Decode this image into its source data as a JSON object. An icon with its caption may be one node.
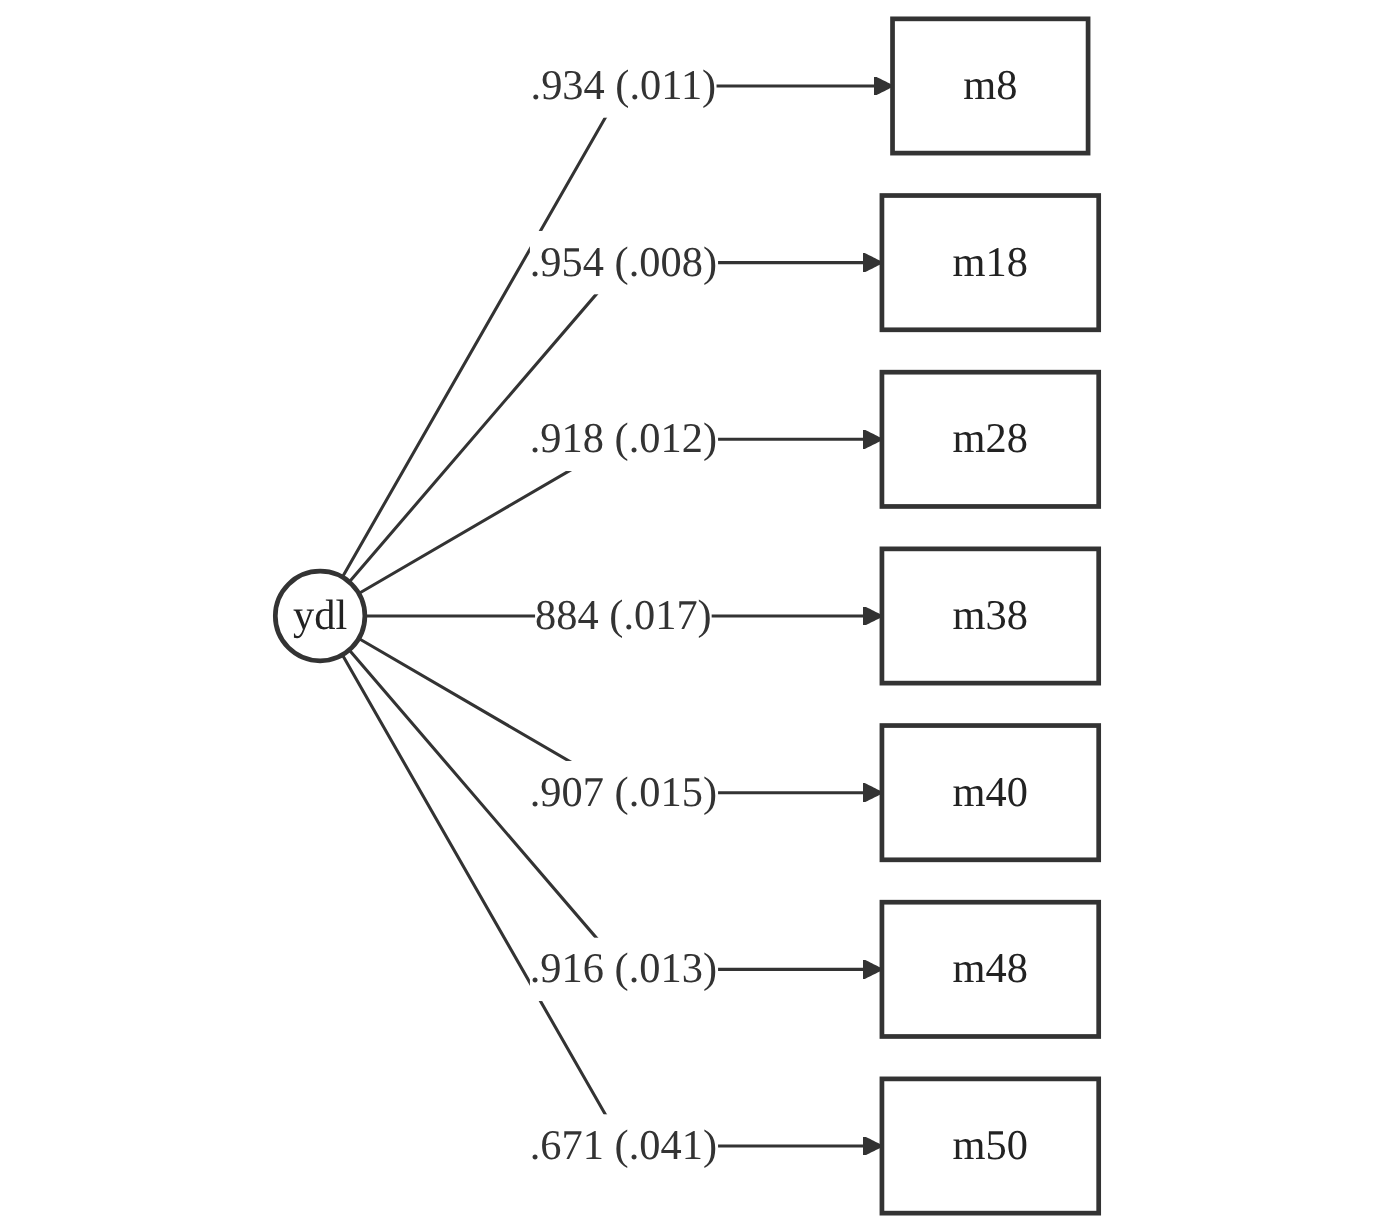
{
  "diagram": {
    "nodes": [
      {
        "text": [
          "ydl"
        ]
      },
      {
        "text": [
          "m8"
        ]
      },
      {
        "text": [
          "m18"
        ]
      },
      {
        "text": [
          "m28"
        ]
      },
      {
        "text": [
          "m38"
        ]
      },
      {
        "text": [
          "m40"
        ]
      },
      {
        "text": [
          "m48"
        ]
      },
      {
        "text": [
          "m50"
        ]
      }
    ],
    "edges": [
      {
        "from": 0,
        "to": 1,
        "arrow": "to",
        "label": ".934 (.011)"
      },
      {
        "from": 0,
        "to": 2,
        "arrow": "to",
        "label": ".954 (.008)"
      },
      {
        "from": 0,
        "to": 3,
        "arrow": "to",
        "label": ".918 (.012)"
      },
      {
        "from": 0,
        "to": 4,
        "arrow": "to",
        "label": "884 (.017)"
      },
      {
        "from": 0,
        "to": 5,
        "arrow": "to",
        "label": ".907 (.015)"
      },
      {
        "from": 0,
        "to": 6,
        "arrow": "to",
        "label": ".916 (.013)"
      },
      {
        "from": 0,
        "to": 7,
        "arrow": "to",
        "label": ".671 (.041)"
      }
    ]
  }
}
